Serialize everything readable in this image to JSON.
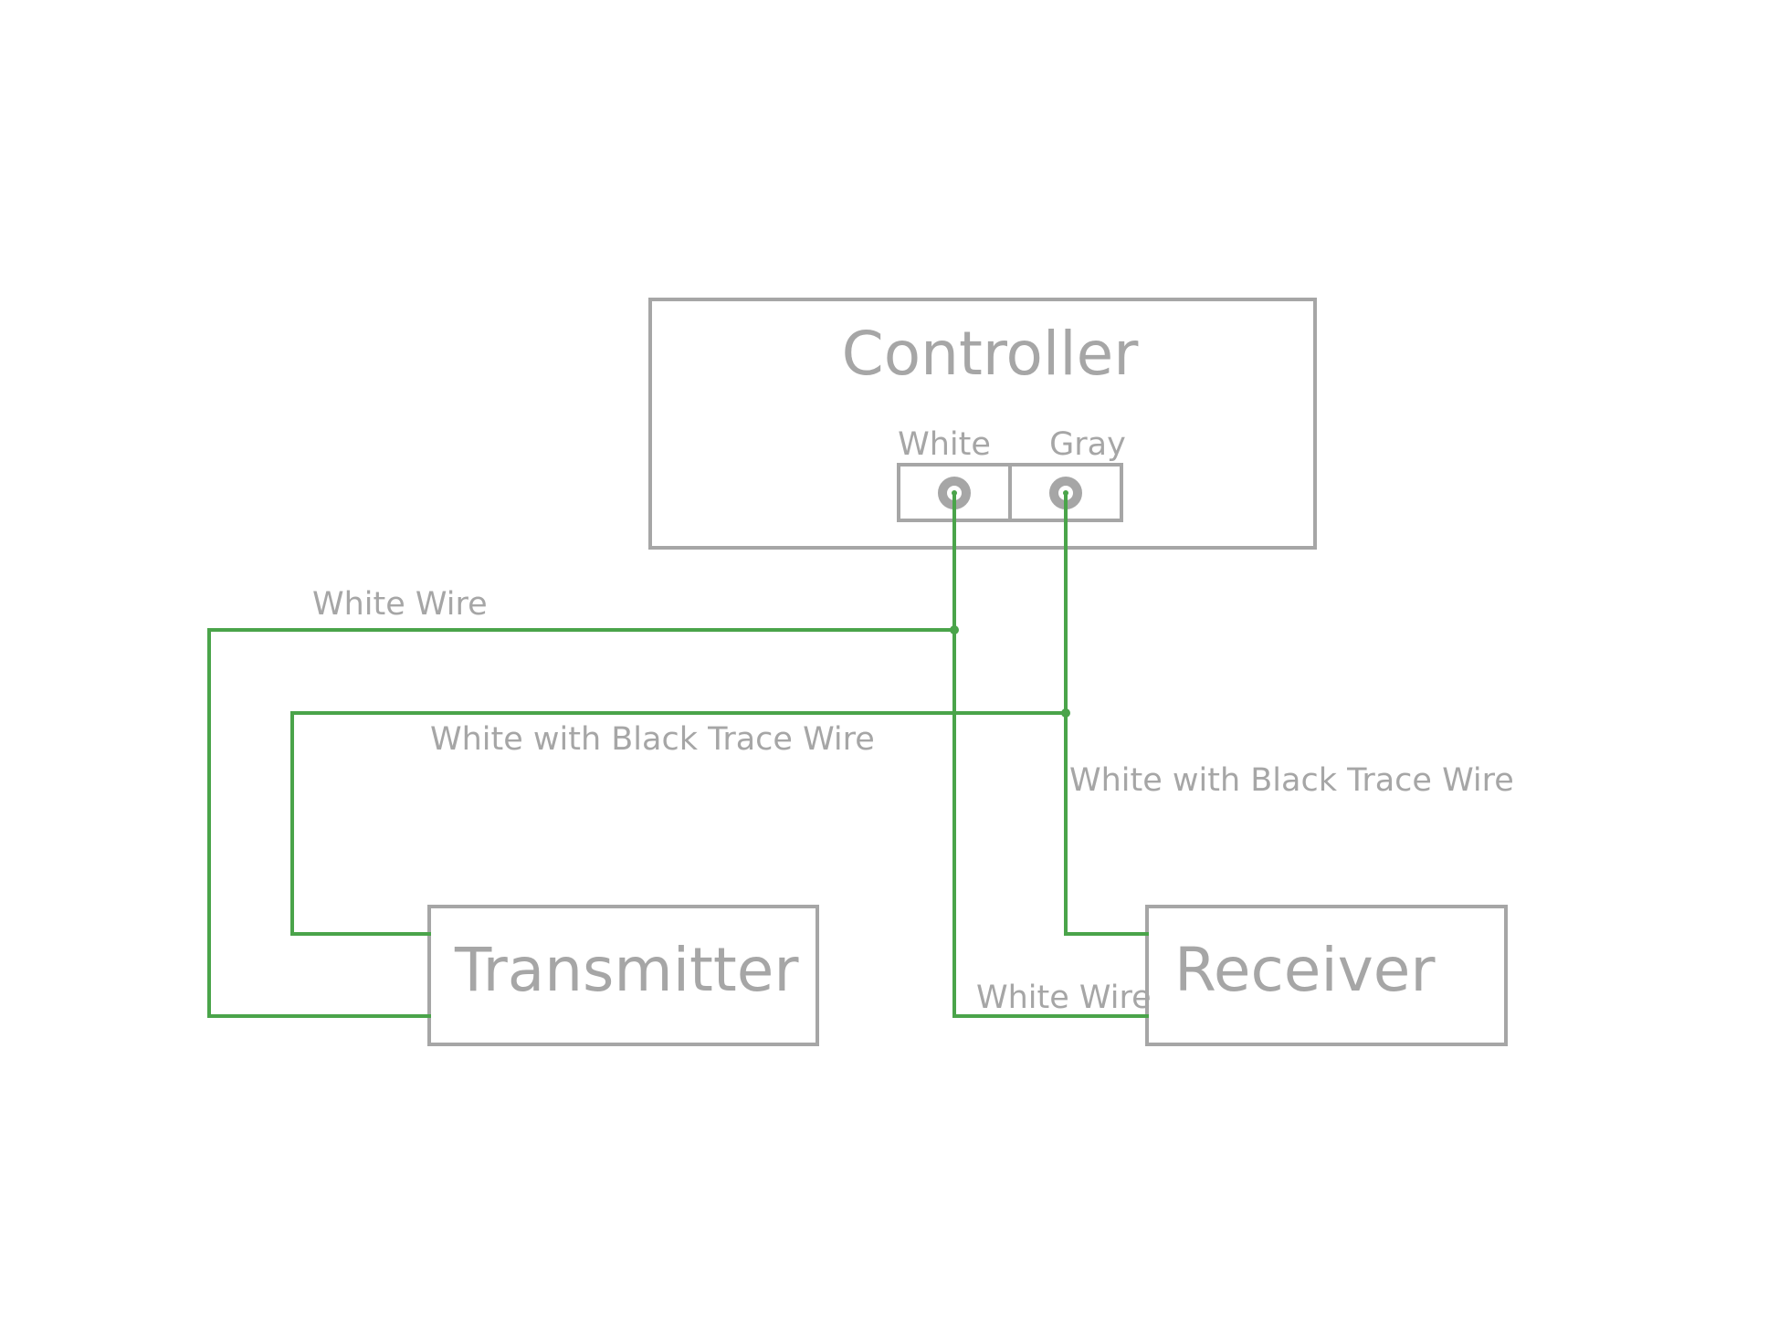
{
  "diagram": {
    "components": {
      "controller": {
        "label": "Controller"
      },
      "transmitter": {
        "label": "Transmitter"
      },
      "receiver": {
        "label": "Receiver"
      }
    },
    "terminals": {
      "white": {
        "label": "White"
      },
      "gray": {
        "label": "Gray"
      }
    },
    "wires": {
      "white_to_transmitter": {
        "label": "White Wire"
      },
      "trace_to_transmitter": {
        "label": "White with Black Trace Wire"
      },
      "trace_to_receiver": {
        "label": "White with Black Trace Wire"
      },
      "white_to_receiver": {
        "label": "White Wire"
      }
    },
    "colors": {
      "outline": "#a6a6a6",
      "wire": "#4aa44a",
      "text": "#a6a6a6"
    }
  }
}
